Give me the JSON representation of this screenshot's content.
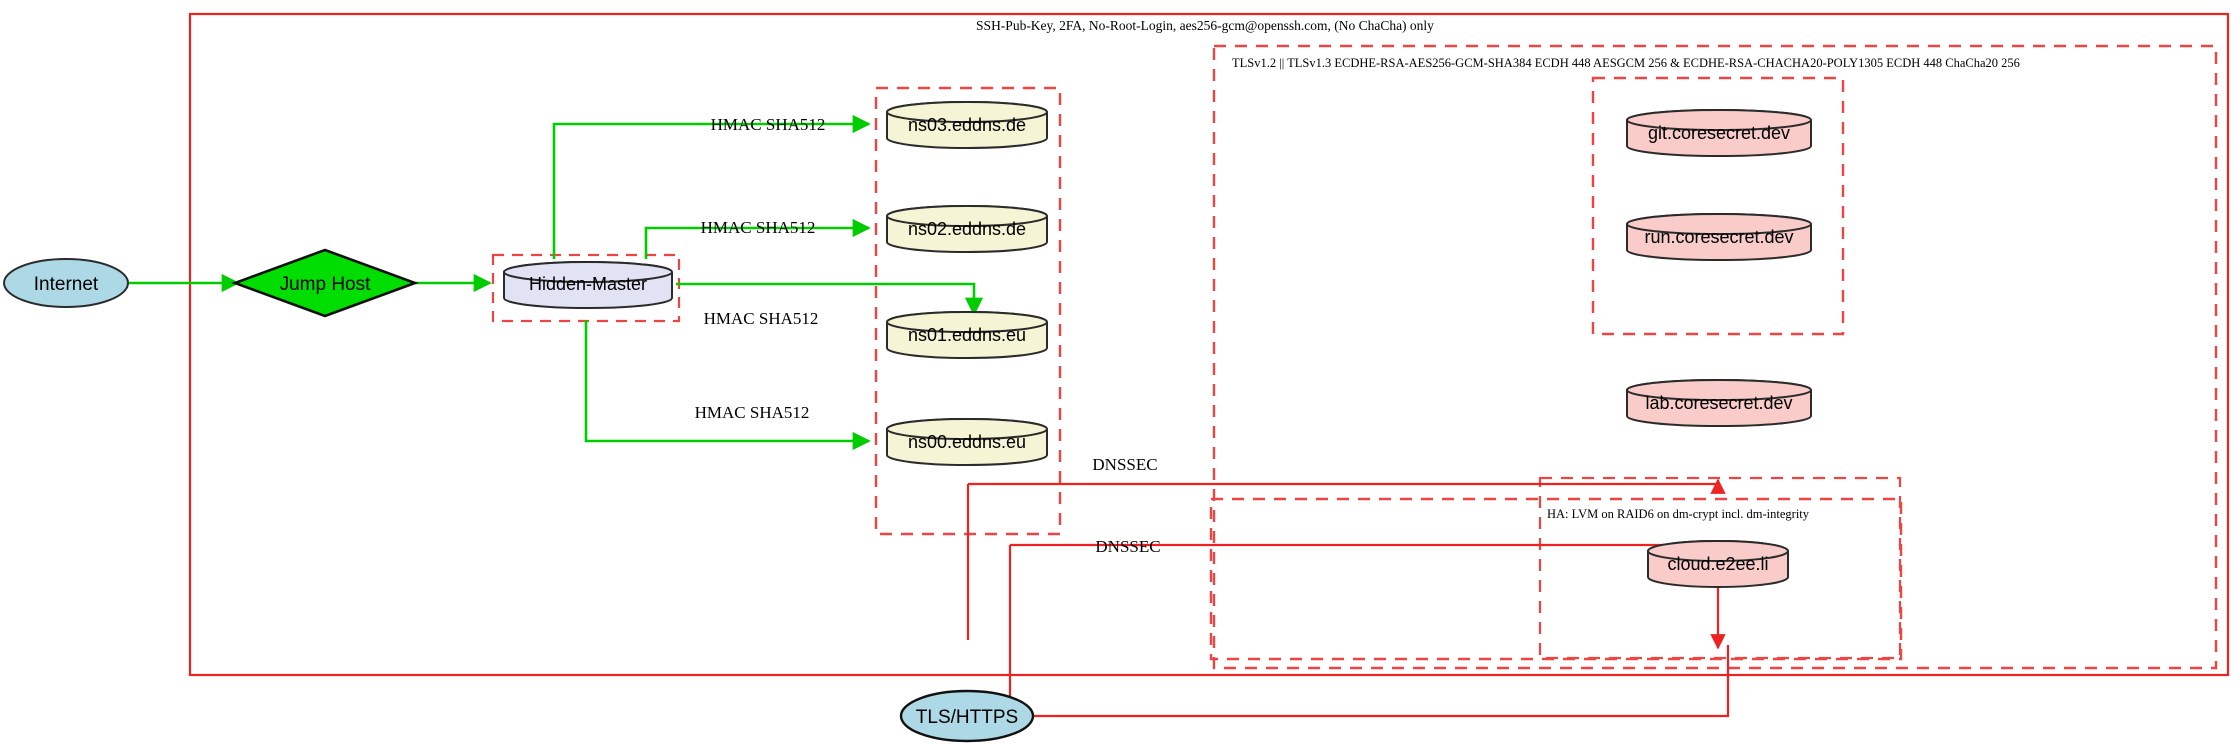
{
  "diagram": {
    "title_label": "SSH-Pub-Key, 2FA, No-Root-Login, aes256-gcm@openssh.com, (No ChaCha) only",
    "clusters": {
      "tls_policy": "TLSv1.2 || TLSv1.3 ECDHE-RSA-AES256-GCM-SHA384 ECDH 448 AESGCM 256 & ECDHE-RSA-CHACHA20-POLY1305 ECDH 448 ChaCha20 256",
      "ha_storage": "HA: LVM on RAID6 on dm-crypt incl. dm-integrity"
    },
    "nodes": {
      "internet": "Internet",
      "jump_host": "Jump Host",
      "hidden_master": "Hidden-Master",
      "ns03": "ns03.eddns.de",
      "ns02": "ns02.eddns.de",
      "ns01": "ns01.eddns.eu",
      "ns00": "ns00.eddns.eu",
      "git": "git.coresecret.dev",
      "run": "run.coresecret.dev",
      "lab": "lab.coresecret.dev",
      "cloud": "cloud.e2ee.li",
      "tls_https": "TLS/HTTPS"
    },
    "edge_labels": {
      "hmac_ns03": "HMAC SHA512",
      "hmac_ns02": "HMAC SHA512",
      "hmac_ns01": "HMAC SHA512",
      "hmac_ns00": "HMAC SHA512",
      "dnssec_upper": "DNSSEC",
      "dnssec_lower": "DNSSEC"
    },
    "colors": {
      "boundary_red": "#ee2222",
      "edge_green": "#00cc00",
      "edge_red": "#ee2222",
      "node_blue_fill": "#add8e6",
      "node_green_fill": "#00dd00",
      "node_lavender_fill": "#e2e2f5",
      "node_yellow_fill": "#f5f5d5",
      "node_pink_fill": "#f9ccc9",
      "node_stroke": "#2b2b2b"
    }
  }
}
